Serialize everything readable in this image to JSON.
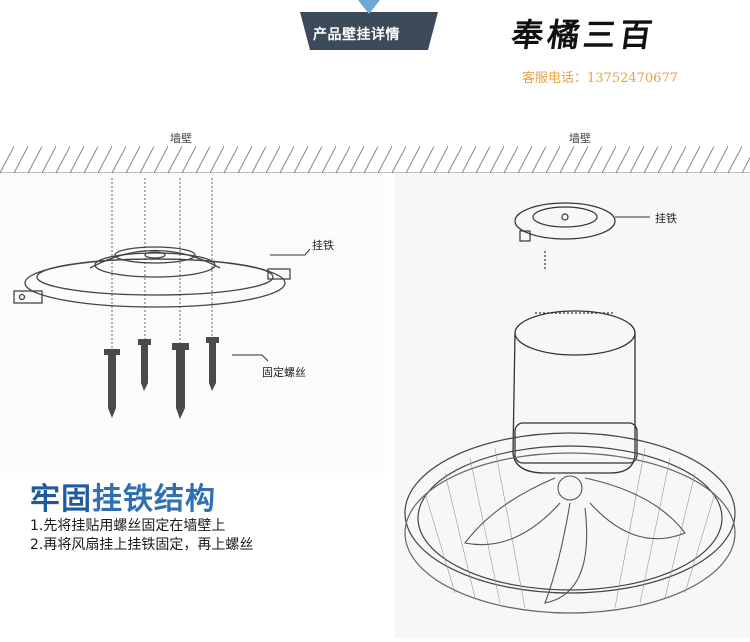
{
  "header": {
    "banner_label": "产品壁挂详情",
    "brand": "奉橘三百",
    "service": "客服电话：13752470677"
  },
  "wall": {
    "left_label": "墙壁",
    "right_label": "墙壁"
  },
  "left_diagram": {
    "bracket_callout": "挂铁",
    "screw_callout": "固定螺丝"
  },
  "right_diagram": {
    "bracket_callout": "挂铁"
  },
  "instructions": {
    "title_strong": "牢固",
    "title_rest": "挂铁结构",
    "steps": [
      "1.先将挂贴用螺丝固定在墙壁上",
      "2.再将风扇挂上挂铁固定，再上螺丝"
    ]
  },
  "colors": {
    "banner": "#3d4a5a",
    "title_blue": "#2f6fb4",
    "service_orange": "#e8a23c"
  }
}
